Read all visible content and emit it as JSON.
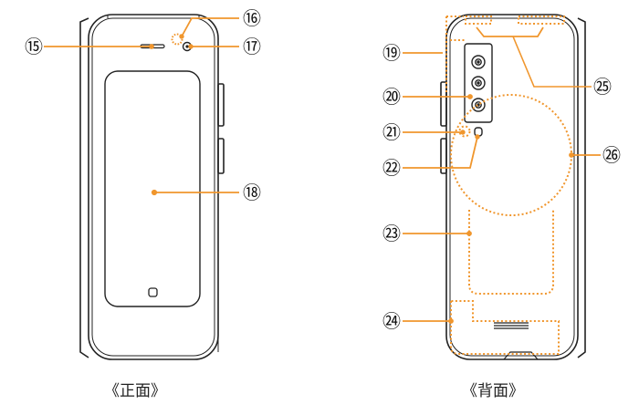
{
  "views": [
    {
      "id": "front",
      "caption": "《正面》"
    },
    {
      "id": "back",
      "caption": "《背面》"
    }
  ],
  "callouts": [
    "⑮",
    "⑯",
    "⑰",
    "⑱",
    "⑲",
    "⑳",
    "㉑",
    "㉒",
    "㉓",
    "㉔",
    "㉕",
    "㉖"
  ],
  "colors": {
    "outline": "#222222",
    "callout": "#f0962d",
    "label": "#111111"
  }
}
